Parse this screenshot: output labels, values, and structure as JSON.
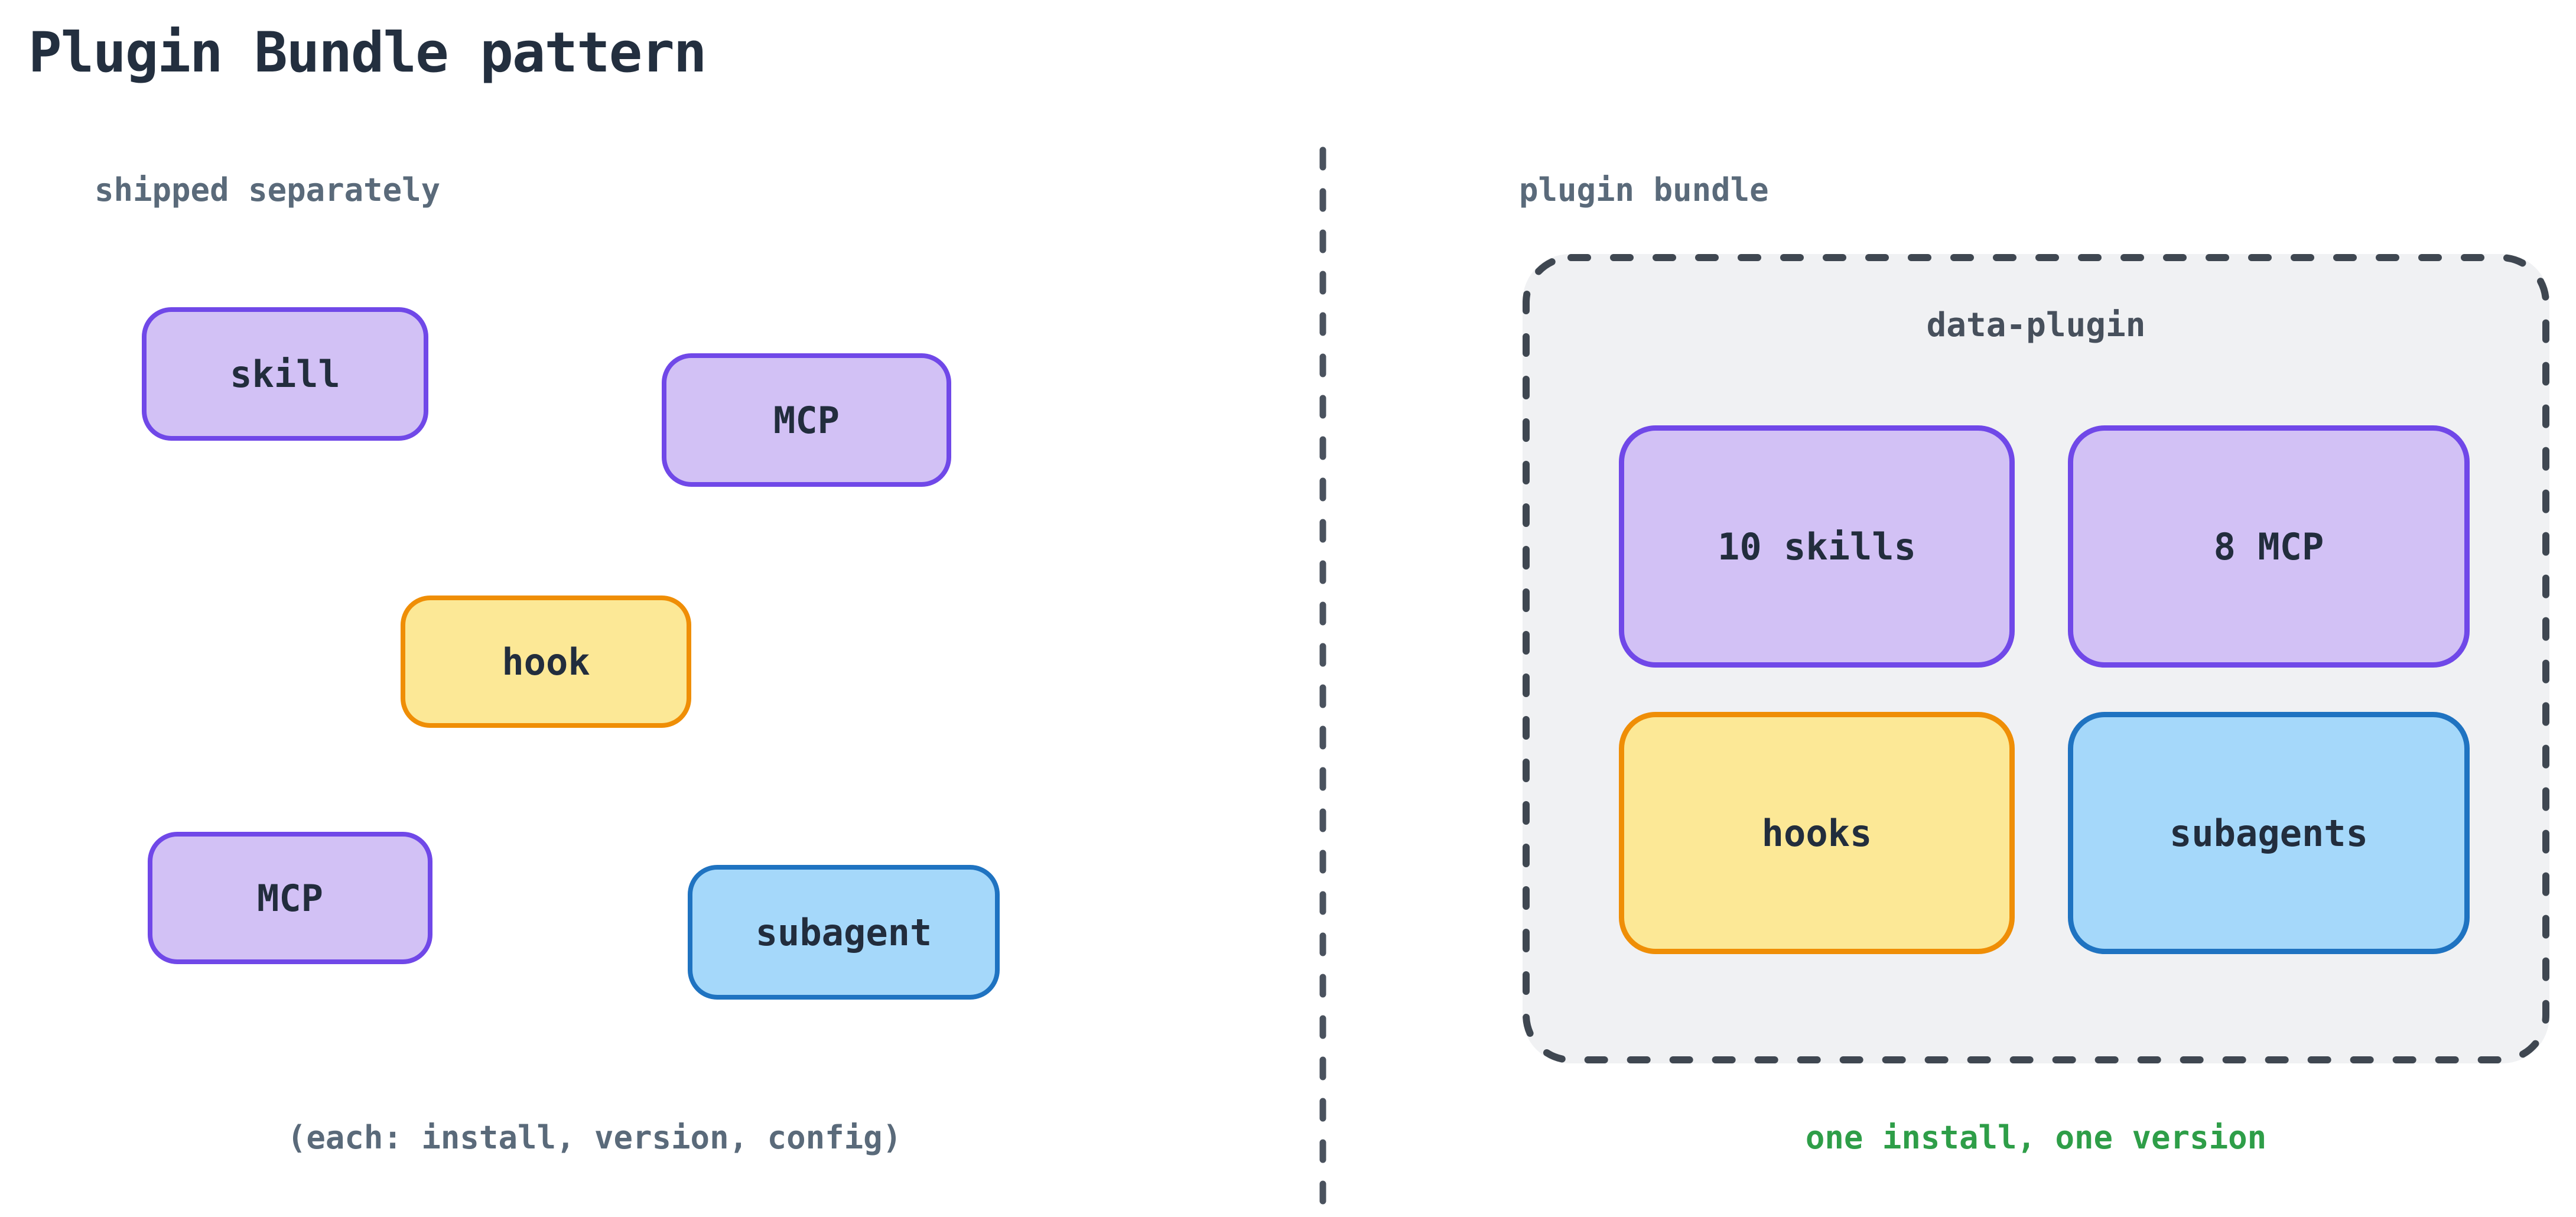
{
  "title": "Plugin Bundle pattern",
  "left": {
    "label": "shipped separately",
    "boxes": [
      {
        "label": "skill",
        "variant": "purple"
      },
      {
        "label": "MCP",
        "variant": "purple"
      },
      {
        "label": "hook",
        "variant": "yellow"
      },
      {
        "label": "MCP",
        "variant": "purple"
      },
      {
        "label": "subagent",
        "variant": "blue"
      }
    ],
    "caption": "(each: install, version, config)"
  },
  "right": {
    "label": "plugin bundle",
    "bundle": {
      "title": "data-plugin",
      "boxes": [
        {
          "label": "10 skills",
          "variant": "purple"
        },
        {
          "label": "8 MCP",
          "variant": "purple"
        },
        {
          "label": "hooks",
          "variant": "yellow"
        },
        {
          "label": "subagents",
          "variant": "blue"
        }
      ]
    },
    "caption": "one install, one version"
  },
  "colors": {
    "purple_fill": "#d2c1f5",
    "purple_border": "#7048e8",
    "yellow_fill": "#fce896",
    "yellow_border": "#ef8e06",
    "blue_fill": "#a5d8fa",
    "blue_border": "#1f73c1",
    "bundle_fill": "#f0f1f3",
    "dash_stroke": "#3f4751",
    "divider_stroke": "#4a525e",
    "label_slate": "#5a6a7a",
    "caption_green": "#2e9e48",
    "text_dark": "#222d3d",
    "title_dark": "#232f3f"
  }
}
